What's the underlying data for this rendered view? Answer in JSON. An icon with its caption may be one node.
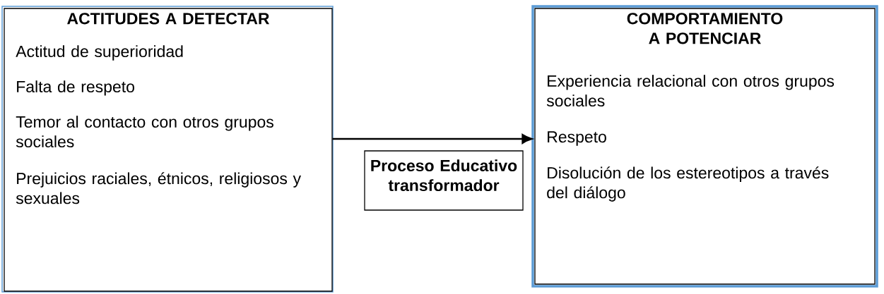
{
  "diagram": {
    "nodes": [
      {
        "text": [
          "ACTITUDES A DETECTAR",
          "Actitud de superioridad",
          "Falta de respeto",
          "Temor al contacto con otros grupos sociales",
          "Prejuicios raciales, étnicos, religiosos y sexuales"
        ]
      },
      {
        "text": [
          "Proceso Educativo transformador"
        ]
      },
      {
        "text": [
          "COMPORTAMIENTO A POTENCIAR",
          "Experiencia relacional con otros grupos sociales",
          "Respeto",
          "Disolución de los estereotipos a través del diálogo"
        ]
      }
    ],
    "edges": [
      {
        "from": 0,
        "to": 2,
        "arrow": "to"
      }
    ]
  }
}
